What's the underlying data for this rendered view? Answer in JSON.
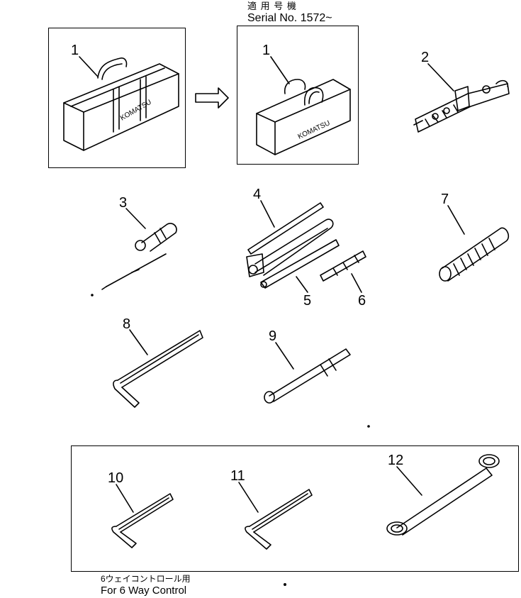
{
  "header_jp": "適 用 号 機",
  "serial": "Serial No. 1572~",
  "bag_brand": "KOMATSU",
  "callouts": {
    "c1a": "1",
    "c1b": "1",
    "c2": "2",
    "c3": "3",
    "c4": "4",
    "c5": "5",
    "c6": "6",
    "c7": "7",
    "c8": "8",
    "c9": "9",
    "c10": "10",
    "c11": "11",
    "c12": "12"
  },
  "footer_jp": "6ウェイコントロール用",
  "footer_en": "For 6 Way Control"
}
